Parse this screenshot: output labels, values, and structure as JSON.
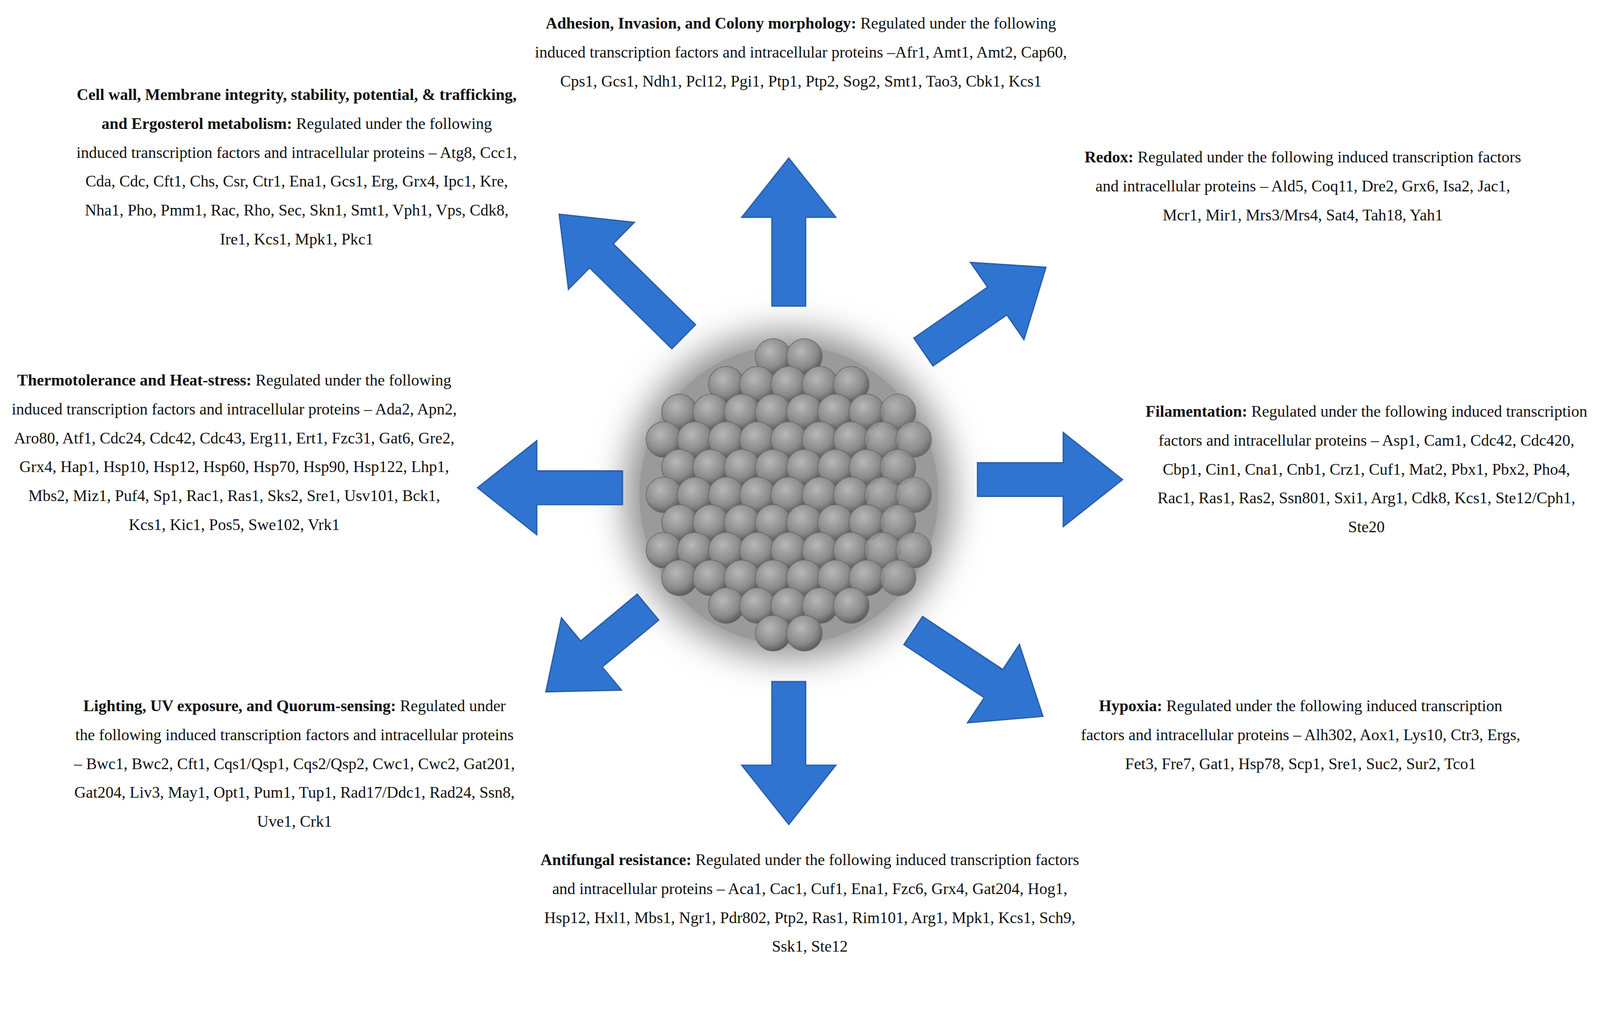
{
  "diagram": {
    "nodes": [
      {
        "text": [
          "Adhesion, Invasion, and Colony morphology:",
          "Regulated under the following induced transcription factors and intracellular proteins –Afr1, Amt1, Amt2, Cap60, Cps1, Gcs1, Ndh1, Pcl12, Pgi1, Ptp1, Ptp2, Sog2, Smt1, Tao3, Cbk1, Kcs1"
        ]
      },
      {
        "text": [
          "Cell wall, Membrane integrity, stability, potential, & trafficking, and Ergosterol metabolism:",
          "Regulated under the following induced transcription factors and intracellular proteins – Atg8, Ccc1, Cda, Cdc, Cft1, Chs, Csr, Ctr1, Ena1, Gcs1, Erg, Grx4, Ipc1, Kre, Nha1, Pho, Pmm1, Rac, Rho, Sec, Skn1, Smt1, Vph1, Vps, Cdk8, Ire1, Kcs1, Mpk1, Pkc1"
        ]
      },
      {
        "text": [
          "Redox:",
          "Regulated under the following induced transcription factors and intracellular proteins – Ald5, Coq11, Dre2, Grx6, Isa2, Jac1, Mcr1, Mir1, Mrs3/Mrs4, Sat4, Tah18, Yah1"
        ]
      },
      {
        "text": [
          "Thermotolerance and Heat-stress:",
          "Regulated under the following induced transcription factors and intracellular proteins – Ada2, Apn2, Aro80, Atf1, Cdc24, Cdc42, Cdc43, Erg11, Ert1, Fzc31, Gat6, Gre2, Grx4, Hap1, Hsp10, Hsp12, Hsp60, Hsp70, Hsp90, Hsp122, Lhp1, Mbs2, Miz1, Puf4, Sp1, Rac1, Ras1, Sks2, Sre1, Usv101, Bck1, Kcs1, Kic1, Pos5, Swe102, Vrk1"
        ]
      },
      {
        "text": [
          "Filamentation:",
          "Regulated under the following induced transcription factors and intracellular proteins – Asp1, Cam1, Cdc42, Cdc420, Cbp1, Cin1, Cna1, Cnb1, Crz1, Cuf1, Mat2, Pbx1, Pbx2, Pho4, Rac1, Ras1, Ras2, Ssn801, Sxi1, Arg1, Cdk8, Kcs1, Ste12/Cph1, Ste20"
        ]
      },
      {
        "text": [
          "Lighting, UV exposure, and Quorum-sensing:",
          "Regulated under the following induced transcription factors and intracellular proteins – Bwc1, Bwc2, Cft1, Cqs1/Qsp1, Cqs2/Qsp2, Cwc1, Cwc2, Gat201, Gat204, Liv3, May1, Opt1, Pum1, Tup1, Rad17/Ddc1, Rad24, Ssn8, Uve1, Crk1"
        ]
      },
      {
        "text": [
          "Hypoxia:",
          "Regulated under the following induced transcription factors and intracellular proteins – Alh302, Aox1, Lys10, Ctr3, Ergs, Fet3, Fre7, Gat1, Hsp78, Scp1, Sre1, Suc2, Sur2, Tco1"
        ]
      },
      {
        "text": [
          "Antifungal resistance:",
          "Regulated under the following induced transcription factors and intracellular proteins – Aca1, Cac1, Cuf1, Ena1, Fzc6, Grx4, Gat204, Hog1, Hsp12, Hxl1, Mbs1, Ngr1, Pdr802, Ptp2, Ras1, Rim101, Arg1, Mpk1, Kcs1, Sch9, Ssk1, Ste12"
        ]
      }
    ]
  }
}
